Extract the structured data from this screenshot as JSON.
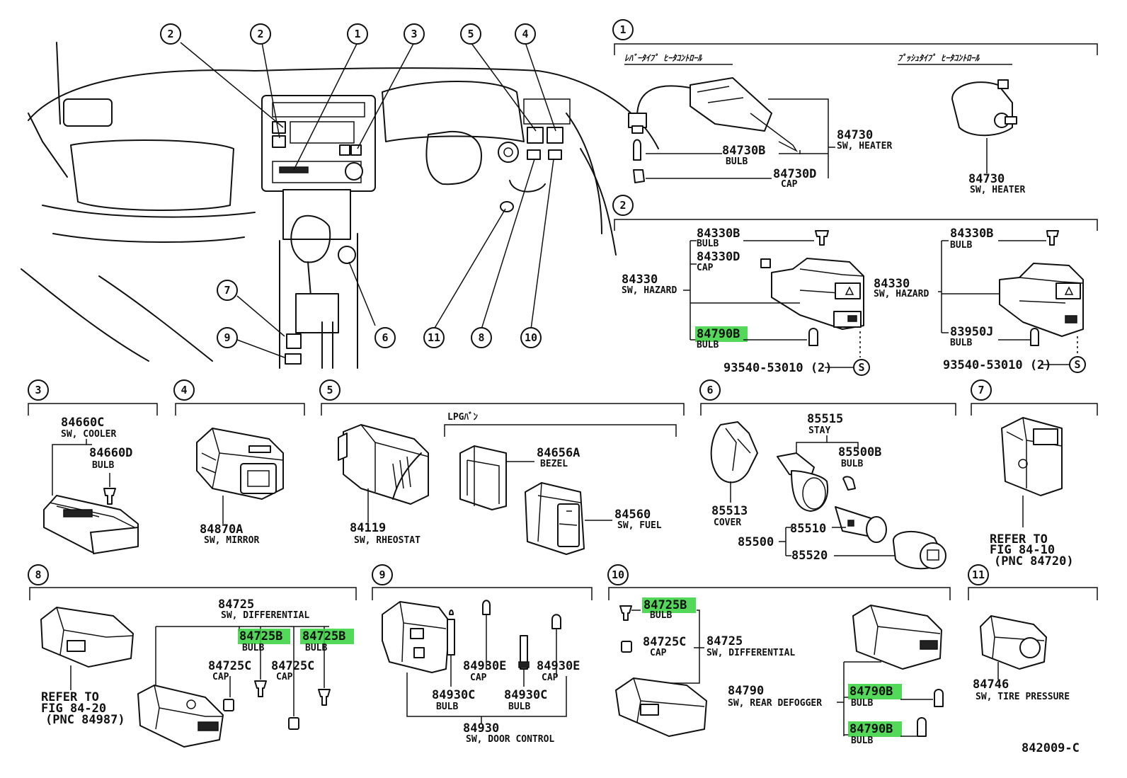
{
  "callouts": {
    "c1": "1",
    "c2": "2",
    "c3": "3",
    "c4": "4",
    "c5": "5",
    "c6": "6",
    "c7": "7",
    "c8": "8",
    "c9": "9",
    "c10": "10",
    "c11": "11"
  },
  "screw_symbol": "S",
  "sec1": {
    "lever_label": "ﾚﾊﾞｰﾀｲﾌﾟ ﾋｰﾀｺﾝﾄﾛｰﾙ",
    "push_label": "ﾌﾟｯｼｭﾀｲﾌﾟ ﾋｰﾀｺﾝﾄﾛｰﾙ",
    "p84730": "84730",
    "n84730": "SW, HEATER",
    "p84730b": "84730B",
    "n84730b": "BULB",
    "p84730d": "84730D",
    "n84730d": "CAP",
    "p84730_r": "84730",
    "n84730_r": "SW, HEATER"
  },
  "sec2": {
    "p84330b": "84330B",
    "n84330b": "BULB",
    "p84330d": "84330D",
    "n84330d": "CAP",
    "p84330": "84330",
    "n84330": "SW, HAZARD",
    "p84790b": "84790B",
    "n84790b": "BULB",
    "p93540": "93540-53010 (2)",
    "p84330b_r": "84330B",
    "n84330b_r": "BULB",
    "p84330_r": "84330",
    "n84330_r": "SW, HAZARD",
    "p83950j": "83950J",
    "n83950j": "BULB",
    "p93540_r": "93540-53010 (2)"
  },
  "sec3": {
    "p84660c": "84660C",
    "n84660c": "SW, COOLER",
    "p84660d": "84660D",
    "n84660d": "BULB"
  },
  "sec4": {
    "p84870a": "84870A",
    "n84870a": "SW, MIRROR"
  },
  "sec5": {
    "p84119": "84119",
    "n84119": "SW, RHEOSTAT",
    "lpg": "LPGﾊﾞﾝ",
    "p84656a": "84656A",
    "n84656a": "BEZEL",
    "p84560": "84560",
    "n84560": "SW, FUEL"
  },
  "sec6": {
    "p85515": "85515",
    "n85515": "STAY",
    "p85500b": "85500B",
    "n85500b": "BULB",
    "p85513": "85513",
    "n85513": "COVER",
    "p85510": "85510",
    "p85500": "85500",
    "p85520": "85520"
  },
  "sec7": {
    "r1": "REFER TO",
    "r2": "FIG 84-10",
    "r3": "(PNC 84720)"
  },
  "sec8": {
    "p84725": "84725",
    "n84725": "SW, DIFFERENTIAL",
    "p84725b_a": "84725B",
    "n84725b_a": "BULB",
    "p84725b_b": "84725B",
    "n84725b_b": "BULB",
    "p84725c_a": "84725C",
    "n84725c_a": "CAP",
    "p84725c_b": "84725C",
    "n84725c_b": "CAP",
    "r1": "REFER TO",
    "r2": "FIG 84-20",
    "r3": "(PNC 84987)"
  },
  "sec9": {
    "p84930e_a": "84930E",
    "n84930e_a": "CAP",
    "p84930e_b": "84930E",
    "n84930e_b": "CAP",
    "p84930c_a": "84930C",
    "n84930c_a": "BULB",
    "p84930c_b": "84930C",
    "n84930c_b": "BULB",
    "p84930": "84930",
    "n84930": "SW, DOOR CONTROL"
  },
  "sec10": {
    "p84725b": "84725B",
    "n84725b": "BULB",
    "p84725c": "84725C",
    "n84725c": "CAP",
    "p84725": "84725",
    "n84725": "SW, DIFFERENTIAL",
    "p84790": "84790",
    "n84790": "SW, REAR DEFOGGER",
    "p84790b_a": "84790B",
    "n84790b_a": "BULB",
    "p84790b_b": "84790B",
    "n84790b_b": "BULB"
  },
  "sec11": {
    "p84746": "84746",
    "n84746": "SW, TIRE PRESSURE"
  },
  "figure_code": "842009-C",
  "colors": {
    "highlight": "#35d13d",
    "ink": "#111111",
    "paper": "#ffffff"
  }
}
